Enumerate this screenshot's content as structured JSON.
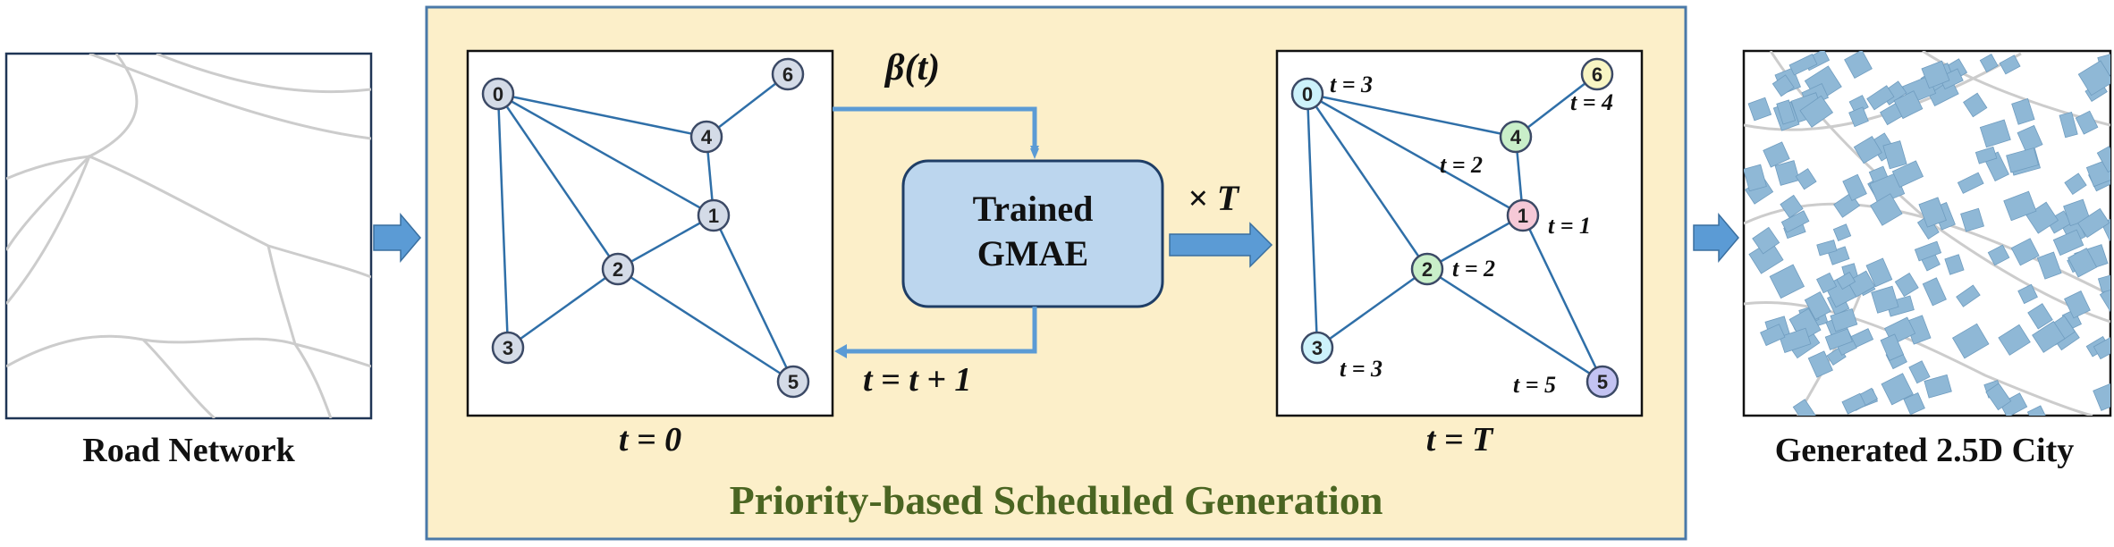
{
  "colors": {
    "panel_fill": "#fcefc9",
    "panel_border": "#4a79a8",
    "edge": "#2f6fa8",
    "arrow": "#5b9bd5",
    "gmae_fill": "#bcd6ee",
    "gmae_border": "#1f3e66",
    "node_default": "#d4dbe7",
    "building": "#8fb8d6",
    "road": "#cccccc",
    "title_green": "#4a6522"
  },
  "left": {
    "caption": "Road Network"
  },
  "right": {
    "caption": "Generated 2.5D City"
  },
  "panel": {
    "title": "Priority-based Scheduled Generation"
  },
  "gmae": {
    "line1": "Trained",
    "line2": "GMAE"
  },
  "labels": {
    "beta": "β(t)",
    "update": "t = t + 1",
    "times": "× T",
    "graph_left_caption": "t = 0",
    "graph_right_caption": "t = T"
  },
  "graph": {
    "nodes": [
      "0",
      "1",
      "2",
      "3",
      "4",
      "5",
      "6"
    ],
    "edges": [
      [
        "0",
        "4"
      ],
      [
        "4",
        "6"
      ],
      [
        "4",
        "1"
      ],
      [
        "0",
        "1"
      ],
      [
        "0",
        "2"
      ],
      [
        "0",
        "3"
      ],
      [
        "3",
        "2"
      ],
      [
        "2",
        "1"
      ],
      [
        "2",
        "5"
      ],
      [
        "1",
        "5"
      ]
    ]
  },
  "schedule": [
    {
      "node": "0",
      "time": "t = 3",
      "color": "#cdf2fb"
    },
    {
      "node": "1",
      "time": "t = 1",
      "color": "#f6c9d7"
    },
    {
      "node": "2",
      "time": "t = 2",
      "color": "#c9efc9"
    },
    {
      "node": "3",
      "time": "t = 3",
      "color": "#cdf2fb"
    },
    {
      "node": "4",
      "time": "t = 2",
      "color": "#c9efc9"
    },
    {
      "node": "5",
      "time": "t = 5",
      "color": "#c3c3f2"
    },
    {
      "node": "6",
      "time": "t = 4",
      "color": "#f8f5c4"
    }
  ]
}
